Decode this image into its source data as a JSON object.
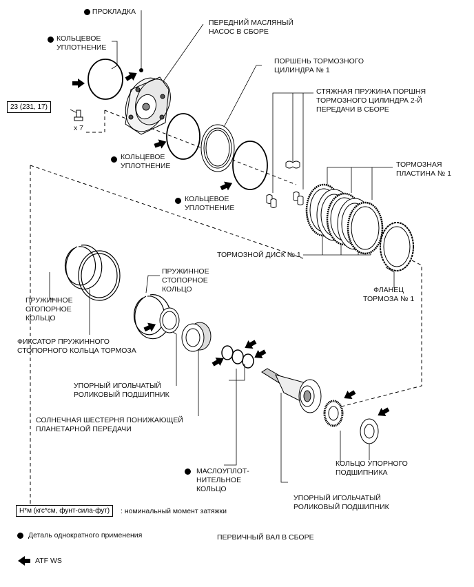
{
  "labels": {
    "gasket": "ПРОКЛАДКА",
    "oring_top": [
      "КОЛЬЦЕВОЕ",
      "УПЛОТНЕНИЕ"
    ],
    "front_pump": [
      "ПЕРЕДНИЙ МАСЛЯНЫЙ",
      "НАСОС В СБОРЕ"
    ],
    "piston": [
      "ПОРШЕНЬ ТОРМОЗНОГО",
      "ЦИЛИНДРА № 1"
    ],
    "spring": [
      "СТЯЖНАЯ ПРУЖИНА ПОРШНЯ",
      "ТОРМОЗНОГО ЦИЛИНДРА 2-Й",
      "ПЕРЕДАЧИ В СБОРЕ"
    ],
    "oring_mid": [
      "КОЛЬЦЕВОЕ",
      "УПЛОТНЕНИЕ"
    ],
    "oring_low": [
      "КОЛЬЦЕВОЕ",
      "УПЛОТНЕНИЕ"
    ],
    "brake_plate": [
      "ТОРМОЗНАЯ",
      "ПЛАСТИНА № 1"
    ],
    "brake_disc": "ТОРМОЗНОЙ ДИСК № 1",
    "brake_flange": [
      "ФЛАНЕЦ",
      "ТОРМОЗА № 1"
    ],
    "snap_ring_left": [
      "ПРУЖИННОЕ",
      "СТОПОРНОЕ",
      "КОЛЬЦО"
    ],
    "snap_ring_right": [
      "ПРУЖИННОЕ",
      "СТОПОРНОЕ",
      "КОЛЬЦО"
    ],
    "retainer": [
      "ФИКСАТОР ПРУЖИННОГО",
      "СТОПОРНОГО КОЛЬЦА ТОРМОЗА"
    ],
    "needle_bearing_1": [
      "УПОРНЫЙ ИГОЛЬЧАТЫЙ",
      "РОЛИКОВЫЙ ПОДШИПНИК"
    ],
    "sun_gear": [
      "СОЛНЕЧНАЯ ШЕСТЕРНЯ ПОНИЖАЮЩЕЙ",
      "ПЛАНЕТАРНОЙ ПЕРЕДАЧИ"
    ],
    "oil_seal": [
      "МАСЛОУПЛОТ-",
      "НИТЕЛЬНОЕ",
      "КОЛЬЦО"
    ],
    "input_shaft": "ПЕРВИЧНЫЙ ВАЛ В СБОРЕ",
    "needle_bearing_2": [
      "УПОРНЫЙ ИГОЛЬЧАТЫЙ",
      "РОЛИКОВЫЙ ПОДШИПНИК"
    ],
    "race": [
      "КОЛЬЦО УПОРНОГО",
      "ПОДШИПНИКА"
    ]
  },
  "torque": {
    "value": "23 (231, 17)",
    "count": "x 7"
  },
  "legend": {
    "torque_box": "Н*м (кгс*см, фунт-сила-фут)",
    "torque_text": ": номинальный момент затяжки",
    "non_reusable": "Деталь однократного применения",
    "atf": "ATF WS"
  }
}
